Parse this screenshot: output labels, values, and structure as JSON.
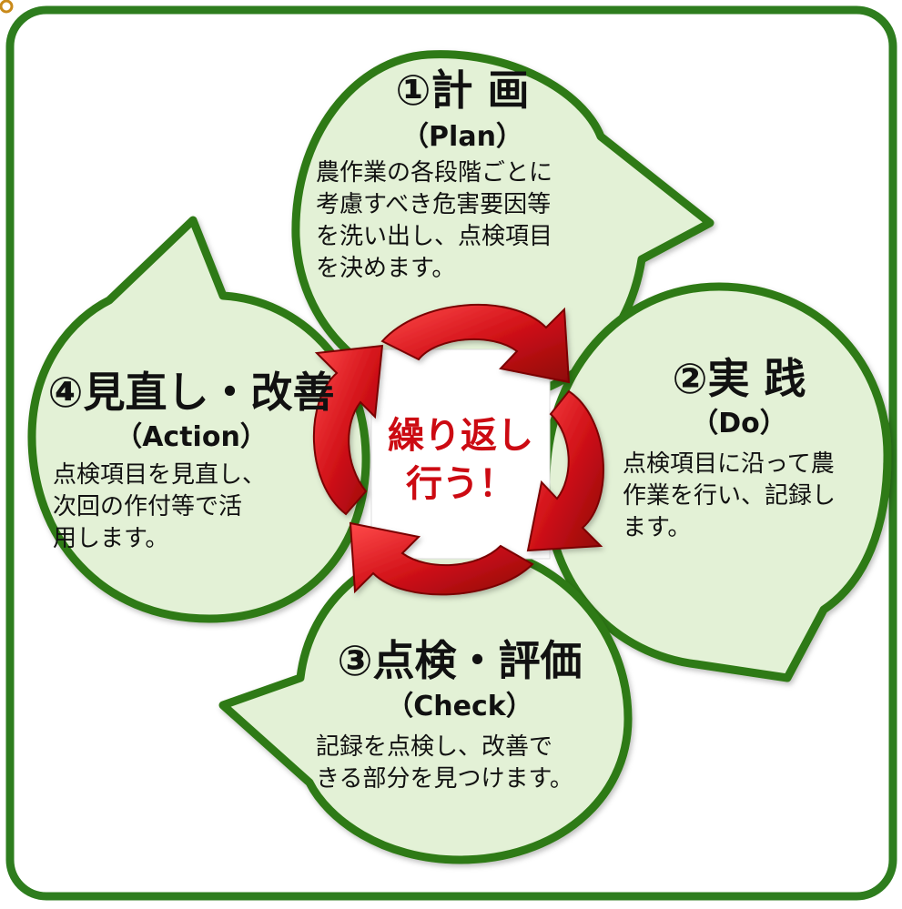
{
  "center": {
    "line1": "繰り返し",
    "line2": "行う！"
  },
  "steps": [
    {
      "title": "①計 画",
      "subtitle": "（Plan）",
      "lines": [
        "農作業の各段階ごとに",
        "考慮すべき危害要因等",
        "を洗い出し、点検項目",
        "を決めます。"
      ]
    },
    {
      "title": "②実 践",
      "subtitle": "（Do）",
      "lines": [
        "点検項目に沿って農",
        "作業を行い、記録し",
        "ます。"
      ]
    },
    {
      "title": "③点検・評価",
      "subtitle": "（Check）",
      "lines": [
        "記録を点検し、改善で",
        "きる部分を見つけます。"
      ]
    },
    {
      "title": "④見直し・改善",
      "subtitle": "（Action）",
      "lines": [
        "点検項目を見直し、",
        "次回の作付等で活",
        "用します。"
      ]
    }
  ],
  "colors": {
    "frame_border": "#2e7d1e",
    "bubble_fill": "#e3f1d6",
    "bubble_stroke": "#2f7a12",
    "arrow_red": "#d21219",
    "center_text": "#cc0a12"
  }
}
